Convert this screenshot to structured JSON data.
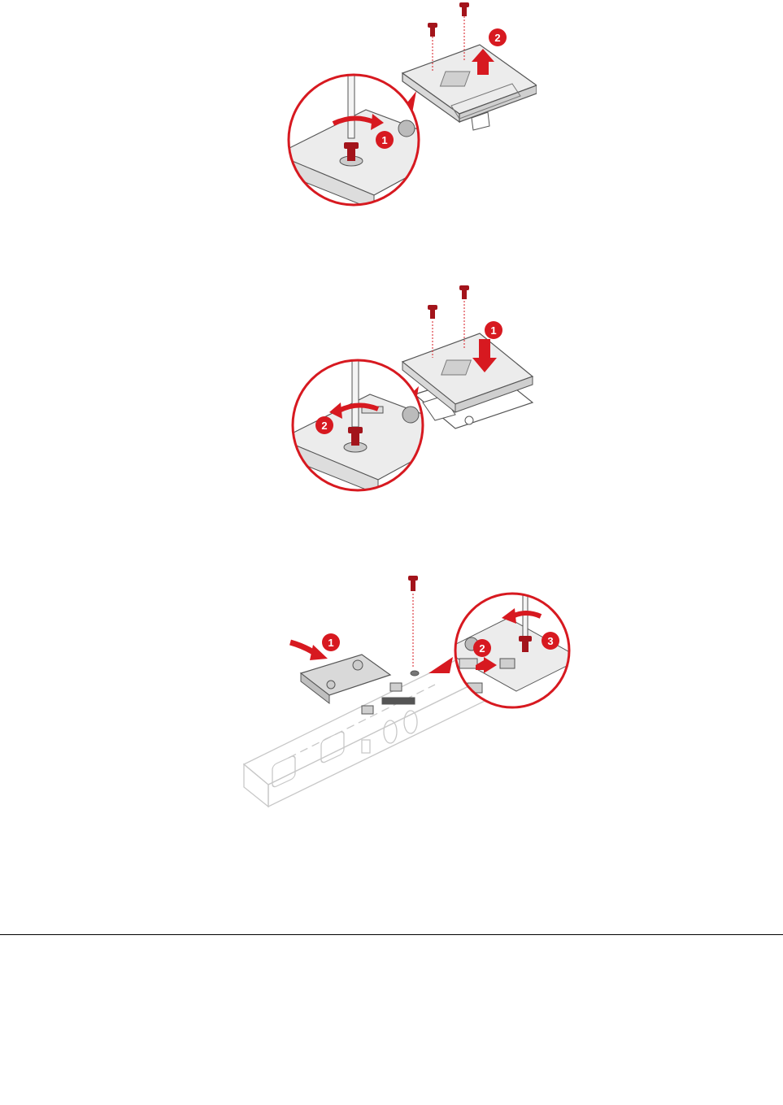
{
  "figures": [
    {
      "steps": [
        "1",
        "2"
      ]
    },
    {
      "steps": [
        "1",
        "2"
      ]
    },
    {
      "steps": [
        "1",
        "2",
        "3"
      ]
    }
  ],
  "colors": {
    "accent": "#d71920",
    "screw": "#a3141b",
    "line": "#555555",
    "plate": "#ececec"
  }
}
